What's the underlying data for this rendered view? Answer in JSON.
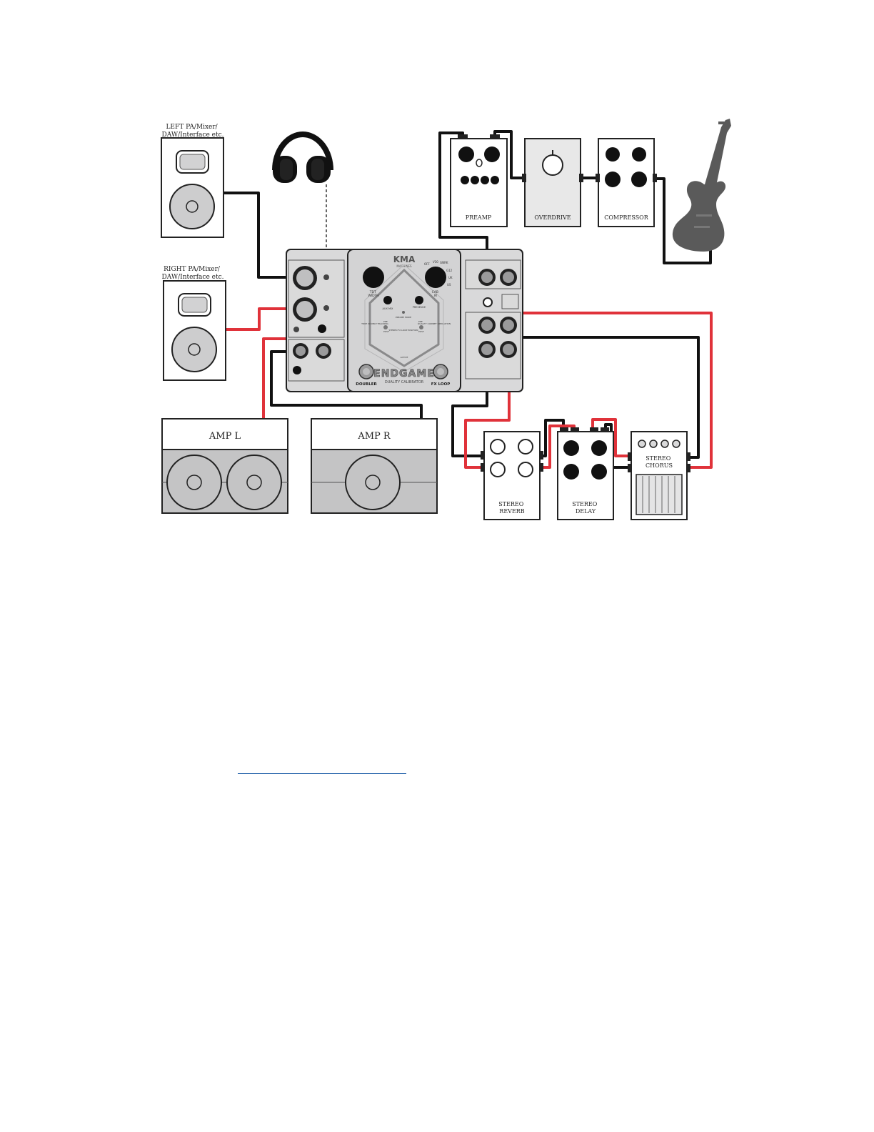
{
  "labels": {
    "left_pa": [
      "LEFT PA/Mixer/",
      "DAW/Interface etc."
    ],
    "right_pa": [
      "RIGHT PA/Mixer/",
      "DAW/Interface etc."
    ],
    "amp_l": "AMP L",
    "amp_r": "AMP R",
    "preamp": "PREAMP",
    "overdrive": "OVERDRIVE",
    "compressor": "COMPRESSOR",
    "stereo_reverb": [
      "STEREO",
      "REVERB"
    ],
    "stereo_delay": [
      "STEREO",
      "DELAY"
    ],
    "stereo_chorus": [
      "STEREO",
      "CHORUS"
    ]
  },
  "device": {
    "brand": "KMA",
    "brand_sub": "MACHINES",
    "logo": "ENDGAME",
    "subtitle": "DUALITY CALIBRATOR",
    "footswitch_left": "DOUBLER",
    "footswitch_right": "FX LOOP",
    "knob_left_label": [
      "TDT",
      "WIDTH"
    ],
    "knob_right_label": [
      "CAB",
      "IR"
    ],
    "ir_modes": [
      "OFF",
      "V30",
      "GNRK",
      "G12",
      "UK",
      "US"
    ],
    "small_knobs": [
      "AUX MIX",
      "PRESENCE"
    ],
    "switch_labels": [
      "PREAMP MODE",
      "TRUE DOUBLE TRACKING",
      "PRE",
      "POST",
      "STEREO FX LOOP POSITION",
      "PRE",
      "POST",
      "QUALITY CABINET SIMULATION"
    ],
    "bottom_label": "ACTIVE"
  },
  "colors": {
    "cable_black": "#111111",
    "cable_red": "#e0323a",
    "device_gray": "#d9d9da",
    "amp_gray": "#c4c4c5",
    "guitar": "#5a5a5a",
    "link": "#1f5fa8"
  },
  "link": {
    "text": ""
  }
}
